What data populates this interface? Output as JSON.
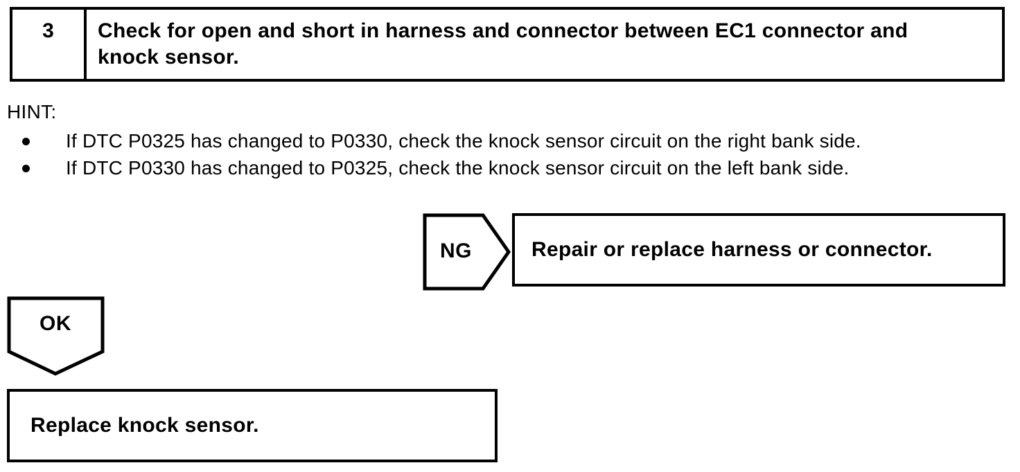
{
  "colors": {
    "paper": "#ffffff",
    "ink": "#000000"
  },
  "step_header": {
    "number": "3",
    "instruction": "Check for open and short in harness and connector between EC1 connector and knock sensor."
  },
  "hint": {
    "label": "HINT:",
    "bullet_glyph": "•",
    "bullets": [
      "If DTC P0325 has changed to P0330, check the knock sensor circuit on the right bank side.",
      "If DTC P0330 has changed to P0325, check the knock sensor circuit on the left bank side."
    ]
  },
  "flow": {
    "ng_label": "NG",
    "ng_action": "Repair or replace harness or connector.",
    "ok_label": "OK",
    "ok_action": "Replace knock sensor."
  }
}
